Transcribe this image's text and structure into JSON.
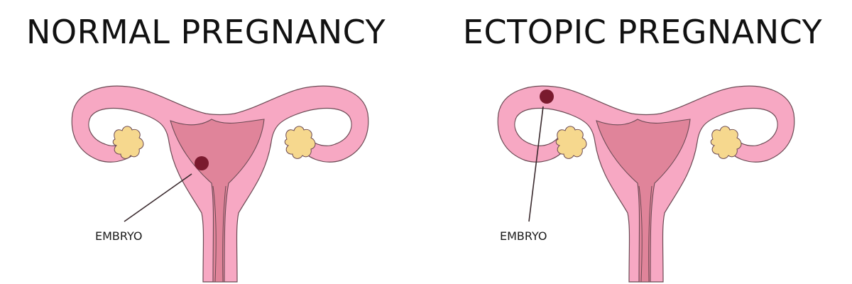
{
  "panels": {
    "normal": {
      "title": "NORMAL PREGNANCY",
      "label": "EMBRYO"
    },
    "ectopic": {
      "title": "ECTOPIC PREGNANCY",
      "label": "EMBRYO"
    }
  },
  "colors": {
    "outer_tissue": "#F7A8C3",
    "outline": "#6b4a54",
    "inner_cavity": "#E0849A",
    "ovary": "#F6D88E",
    "embryo": "#7A1A2E",
    "leader_line": "#3a2a2e"
  }
}
